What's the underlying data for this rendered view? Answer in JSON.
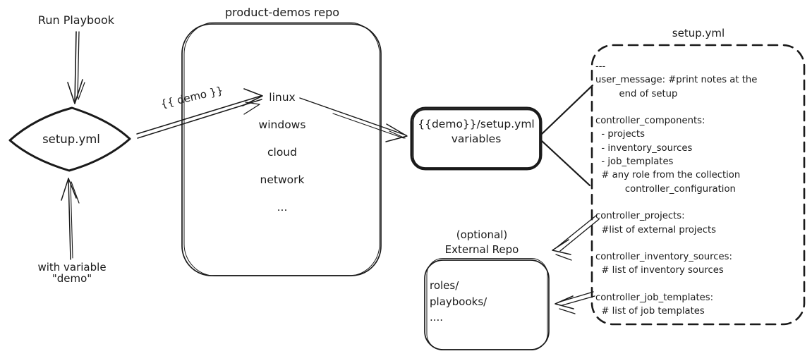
{
  "diagram": {
    "run_playbook_label": "Run Playbook",
    "diamond_label": "setup.yml",
    "with_variable_line1": "with variable",
    "with_variable_line2": "\"demo\"",
    "demo_arrow_label": "{{ demo }}"
  },
  "product_demos_repo": {
    "title": "product-demos repo",
    "items": [
      "linux",
      "windows",
      "cloud",
      "network",
      "..."
    ]
  },
  "variables_box": {
    "line1": "{{demo}}/setup.yml",
    "line2": "variables"
  },
  "setup_yml_panel": {
    "title": "setup.yml",
    "lines": [
      "---",
      "user_message: #print notes at the",
      "        end of setup",
      "",
      "controller_components:",
      "  - projects",
      "  - inventory_sources",
      "  - job_templates",
      "  # any role from the collection",
      "          controller_configuration",
      "",
      "controller_projects:",
      "  #list of external projects",
      "",
      "controller_inventory_sources:",
      "  # list of inventory sources",
      "",
      "controller_job_templates:",
      "  # list of job templates"
    ]
  },
  "external_repo": {
    "title_line1": "(optional)",
    "title_line2": "External Repo",
    "items": [
      "roles/",
      "playbooks/",
      "...."
    ]
  },
  "colors": {
    "ink": "#1a1a1a",
    "background": "#ffffff"
  }
}
